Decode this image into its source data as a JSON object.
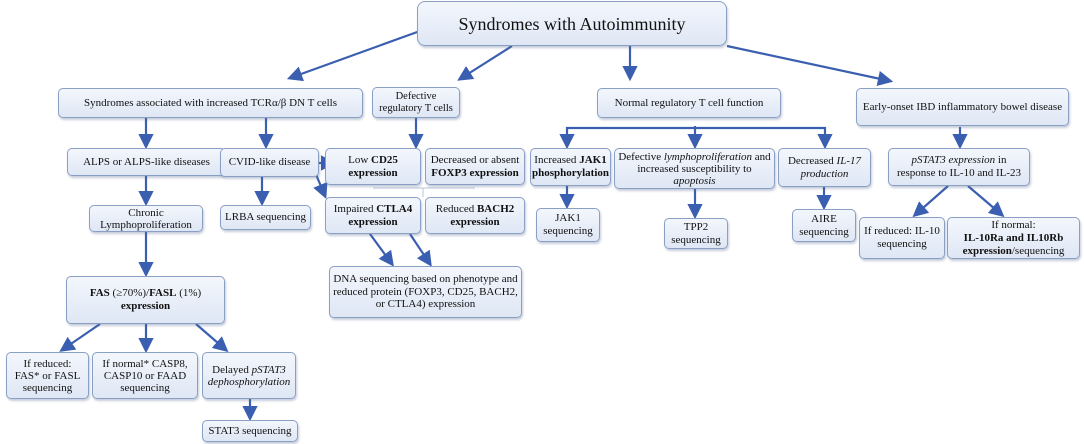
{
  "title": "Syndromes  with Autoimmunity",
  "categories": {
    "dn_t": "Syndromes associated with increased TCRα/β DN T cells",
    "treg_defect": "Defective regulatory T cells",
    "treg_normal": "Normal regulatory T cell function",
    "ibd": "Early-onset IBD inflammatory bowel disease"
  },
  "dn_branch": {
    "alps": "ALPS or ALPS-like diseases",
    "cvid": "CVID-like disease",
    "lrba": "LRBA sequencing",
    "chronic": "Chronic Lymphoproliferation",
    "fas_bold_fas": "FAS",
    "fas_mid": " (≥70%)/",
    "fas_bold_fasl": "FASL",
    "fas_pct": " (1%)",
    "fas_bold_expr": "expression",
    "if_reduced": "If reduced: FAS* or FASL sequencing",
    "if_normal": "If normal* CASP8, CASP10 or FAAD sequencing",
    "delayed_pre": "Delayed ",
    "delayed_it": "pSTAT3 dephosphorylation",
    "stat3": "STAT3 sequencing"
  },
  "treg_defect_branch": {
    "low_pre": "Low ",
    "low_b": "CD25 expression",
    "foxp3_pre": "Decreased or absent ",
    "foxp3_b": "FOXP3 expression",
    "ctla4_pre": "Impaired ",
    "ctla4_b": "CTLA4",
    "ctla4_post": " expression",
    "bach2_pre": "Reduced ",
    "bach2_b": "BACH2",
    "bach2_post": " expression",
    "dna": "DNA sequencing based on phenotype and reduced protein (FOXP3, CD25, BACH2, or CTLA4) expression"
  },
  "treg_normal_branch": {
    "jak1_pre": "Increased ",
    "jak1_b": "JAK1 phosphorylation",
    "lympho_pre": "Defective ",
    "lympho_it": "lymphoproliferation",
    "lympho_mid": " and increased susceptibility to ",
    "lympho_it2": "apoptosis",
    "il17_pre": "Decreased ",
    "il17_it": "IL-17 production",
    "jak1_seq": "JAK1 sequencing",
    "tpp2_seq": "TPP2 sequencing",
    "aire_seq": "AIRE sequencing"
  },
  "ibd_branch": {
    "pstat3_it": "pSTAT3 expression",
    "pstat3_post": " in response to IL-10 and IL-23",
    "reduced": "If reduced: IL-10 sequencing",
    "normal_pre": "If normal:",
    "normal_b": "IL-10Ra and IL10Rb expression",
    "normal_post": "/sequencing"
  },
  "colors": {
    "arrow": "#3b5fb0",
    "connector": "#b9c6dd",
    "box_border": "#8a9fc4"
  }
}
